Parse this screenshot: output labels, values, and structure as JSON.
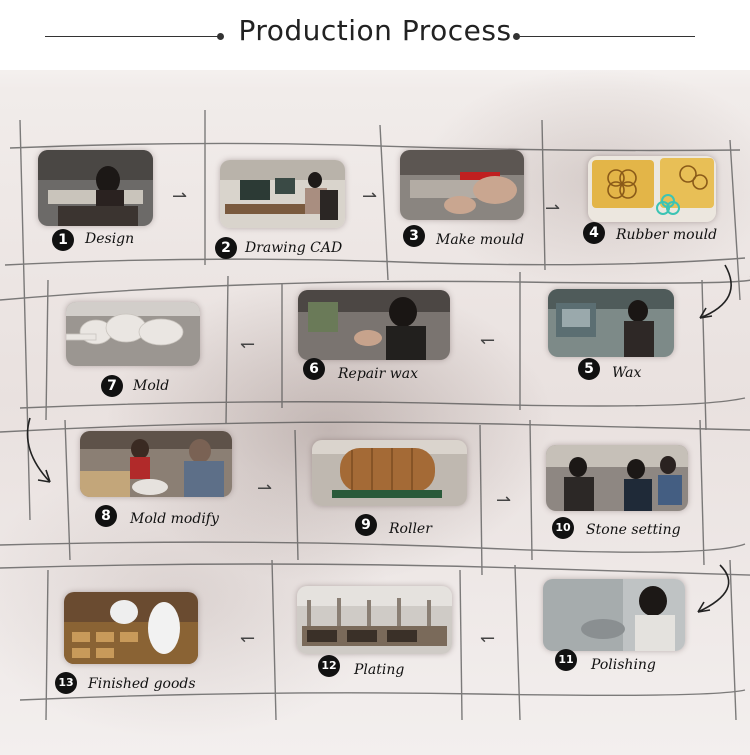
{
  "title": "Production Process",
  "steps": [
    {
      "number": "1",
      "label": "Design",
      "photo": "person-drawing-design-icon"
    },
    {
      "number": "2",
      "label": "Drawing CAD",
      "photo": "cad-workstation-icon"
    },
    {
      "number": "3",
      "label": "Make mould",
      "photo": "mould-making-hands-icon"
    },
    {
      "number": "4",
      "label": "Rubber mould",
      "photo": "rubber-mould-icon"
    },
    {
      "number": "5",
      "label": "Wax",
      "photo": "wax-machine-icon"
    },
    {
      "number": "6",
      "label": "Repair wax",
      "photo": "wax-repair-worker-icon"
    },
    {
      "number": "7",
      "label": "Mold",
      "photo": "wax-tree-mold-icon"
    },
    {
      "number": "8",
      "label": "Mold modify",
      "photo": "mold-modify-worker-icon"
    },
    {
      "number": "9",
      "label": "Roller",
      "photo": "roller-drum-icon"
    },
    {
      "number": "10",
      "label": "Stone setting",
      "photo": "stone-setting-workers-icon"
    },
    {
      "number": "11",
      "label": "Polishing",
      "photo": "polishing-worker-icon"
    },
    {
      "number": "12",
      "label": "Plating",
      "photo": "plating-line-icon"
    },
    {
      "number": "13",
      "label": "Finished goods",
      "photo": "finished-goods-gloves-icon"
    }
  ],
  "colors": {
    "text": "#111111",
    "badge": "#111111",
    "line": "#333333"
  }
}
